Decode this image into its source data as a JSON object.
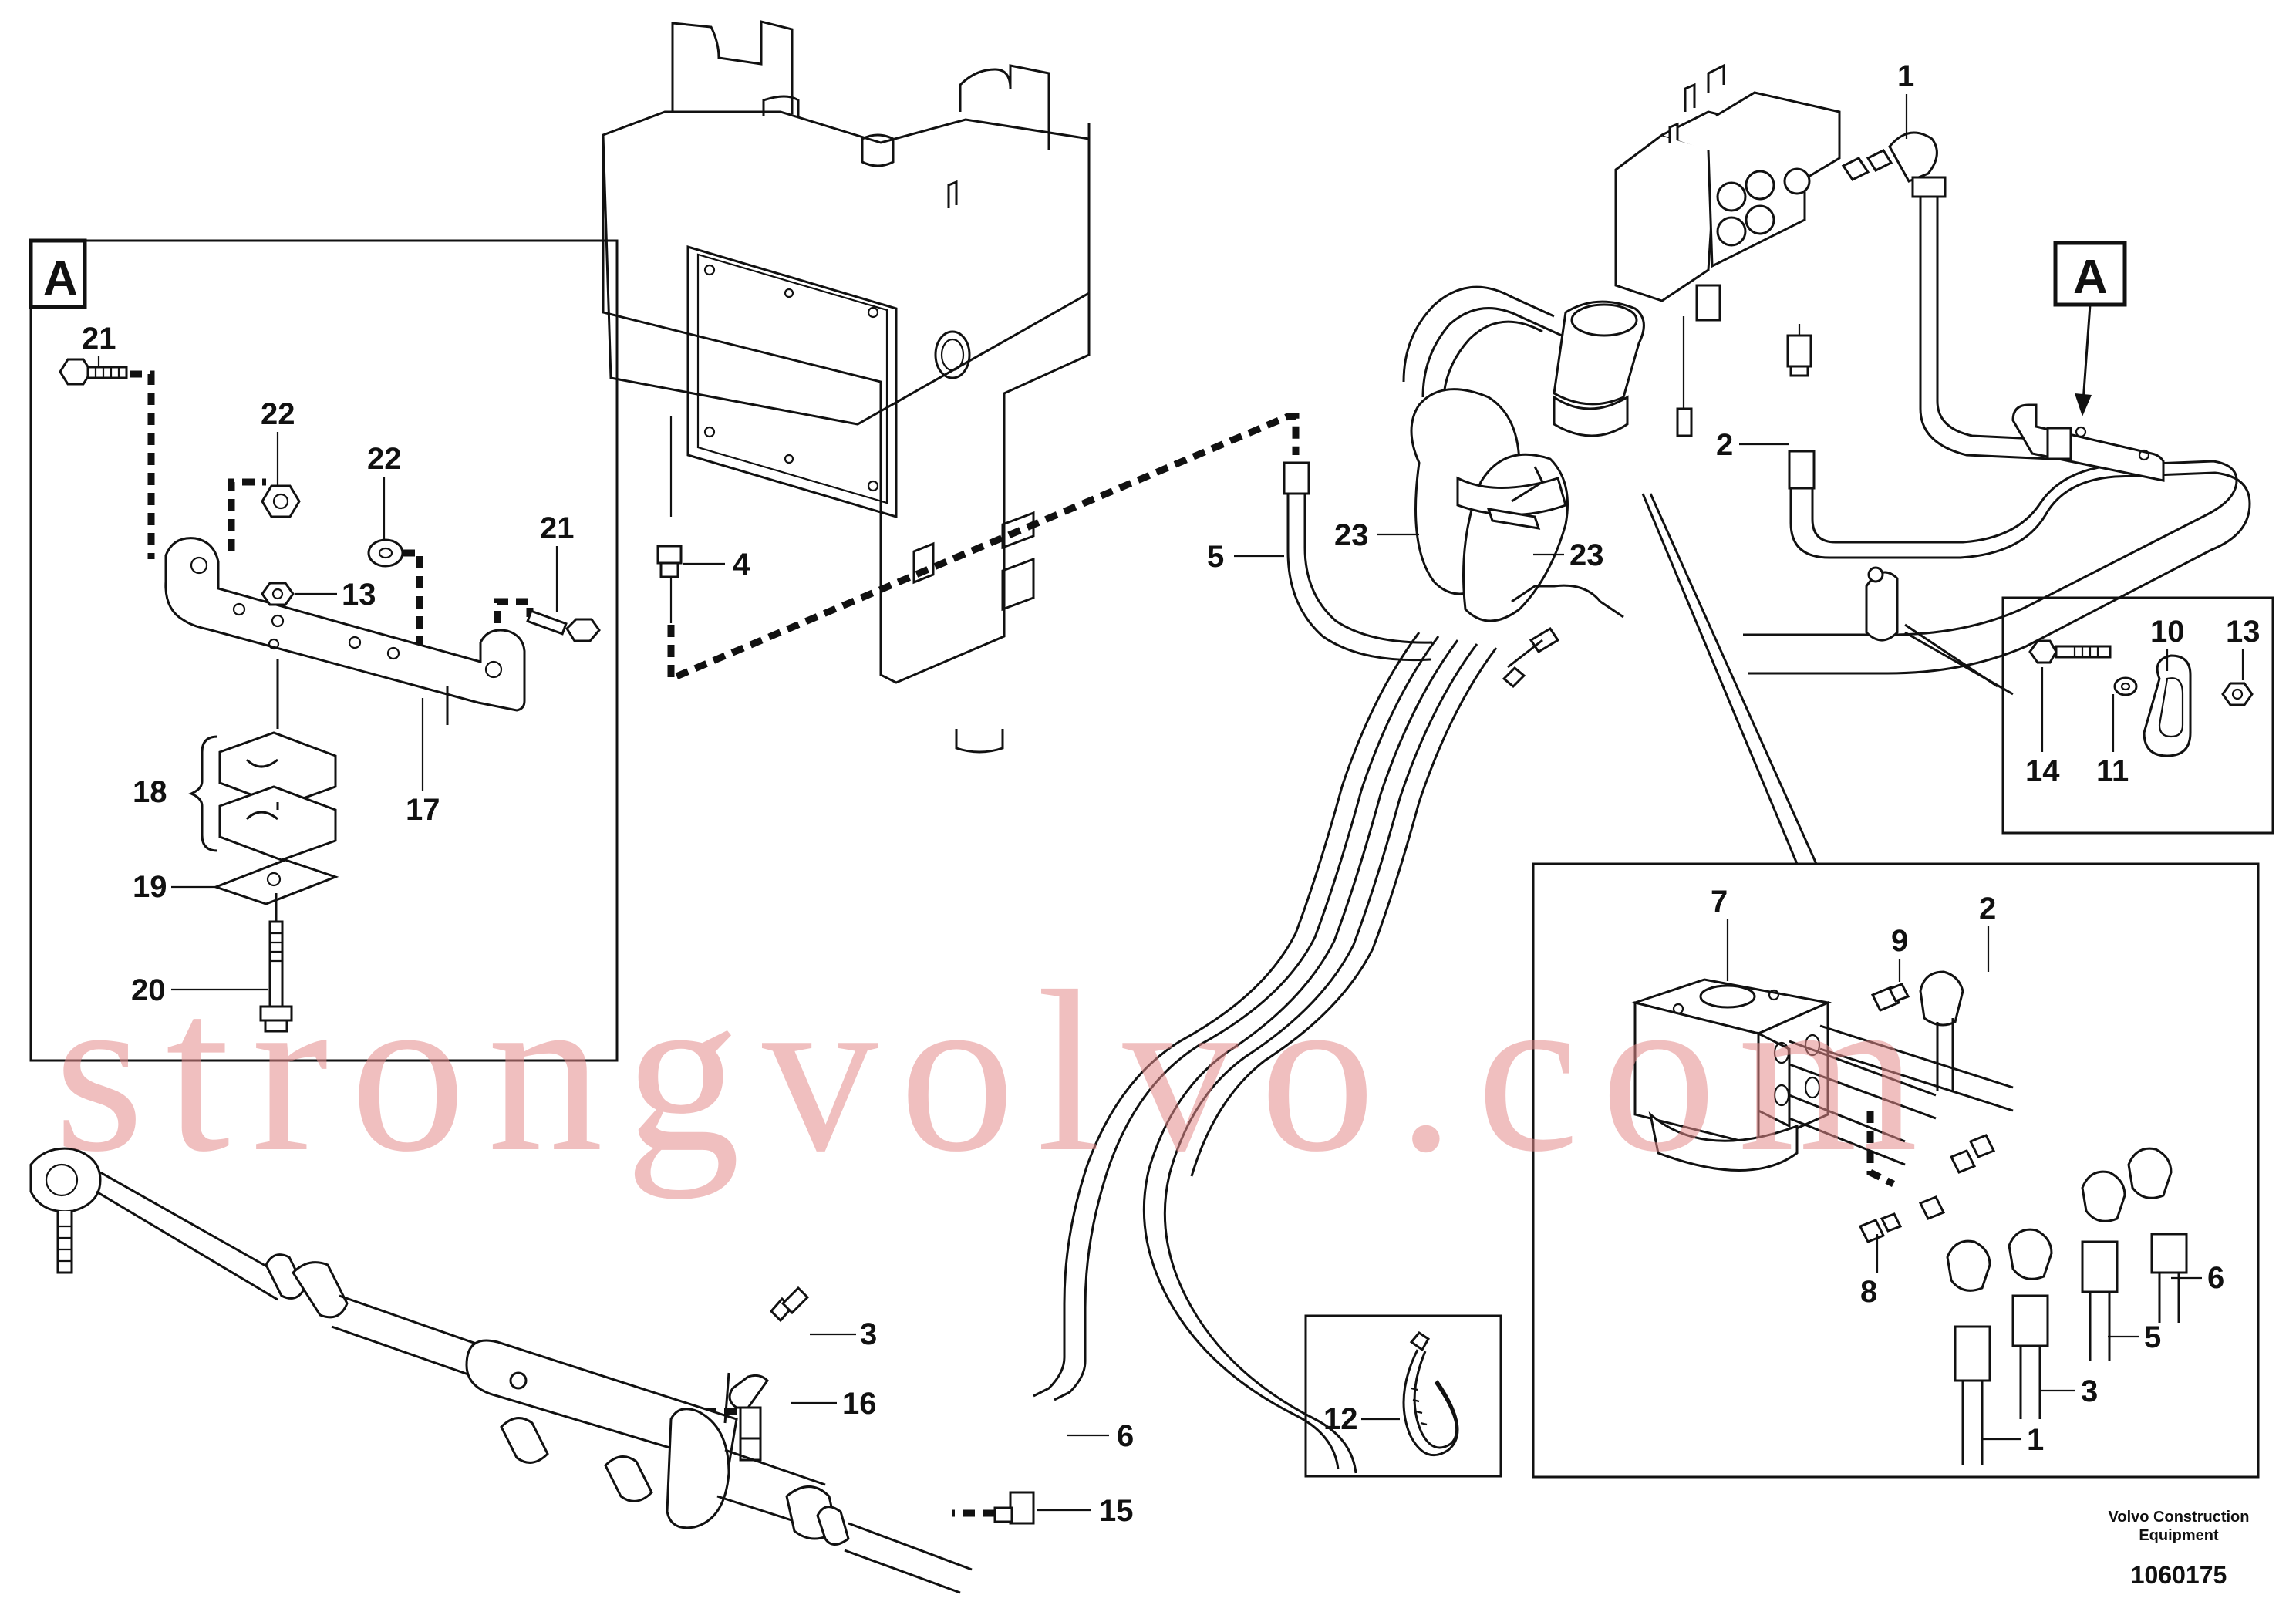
{
  "callouts": {
    "c1_top": "1",
    "c2_top": "2",
    "c3_bottom": "3",
    "c4": "4",
    "c5": "5",
    "c6_bottom": "6",
    "c15": "15",
    "c16": "16",
    "c23_left": "23",
    "c23_right": "23"
  },
  "detail_A": {
    "label": "A",
    "c21_left": "21",
    "c21_right": "21",
    "c22_left": "22",
    "c22_right": "22",
    "c13": "13",
    "c17": "17",
    "c18": "18",
    "c19": "19",
    "c20": "20"
  },
  "ref_A": {
    "label": "A"
  },
  "detail_clamp": {
    "c10": "10",
    "c11": "11",
    "c13": "13",
    "c14": "14"
  },
  "detail_tie": {
    "c12": "12"
  },
  "detail_valve": {
    "c7": "7",
    "c9": "9",
    "c2": "2",
    "c8": "8",
    "c6": "6",
    "c5": "5",
    "c3": "3",
    "c1": "1"
  },
  "footer": {
    "company_line1": "Volvo Construction",
    "company_line2": "Equipment",
    "doc_number": "1060175"
  },
  "watermark": "strongvolvo.com"
}
